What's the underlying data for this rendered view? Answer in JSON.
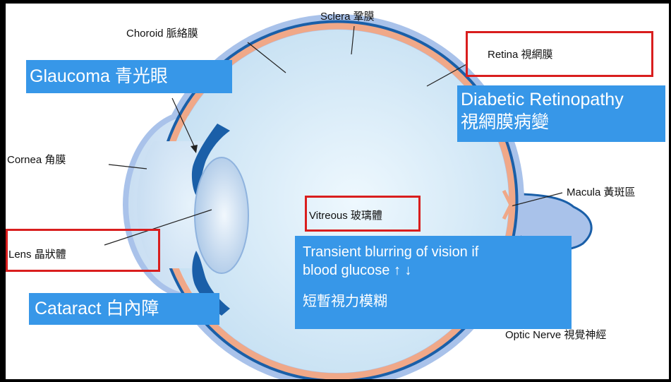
{
  "labels": {
    "sclera": "Sclera 鞏膜",
    "choroid": "Choroid 脈絡膜",
    "retina": "Retina 視網膜",
    "cornea": "Cornea 角膜",
    "macula": "Macula 黃斑區",
    "lens": "Lens 晶狀體",
    "vitreous": "Vitreous 玻璃體",
    "optic_nerve": "Optic Nerve 視覺神經"
  },
  "callouts": {
    "glaucoma": "Glaucoma 青光眼",
    "diabetic_line1": "Diabetic Retinopathy",
    "diabetic_line2": "視網膜病變",
    "cataract": "Cataract 白內障",
    "blurring_line1": "Transient blurring of vision if",
    "blurring_line2": "blood glucose ↑ ↓",
    "blurring_line3": "短暫視力模糊"
  },
  "colors": {
    "callout_bg": "#3797e8",
    "highlight_border": "#d91e1e",
    "choroid": "#1a5fa8",
    "retina": "#f0a888",
    "sclera": "#a9c2ea",
    "vitreous": "#d8ecf8"
  }
}
